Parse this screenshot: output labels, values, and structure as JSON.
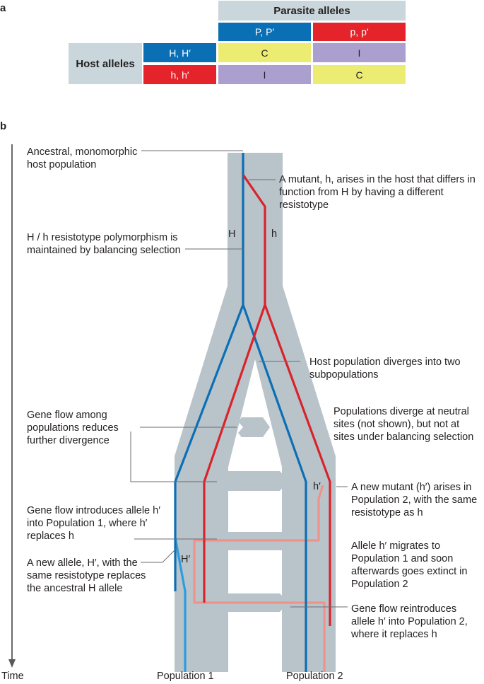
{
  "panel_a": {
    "letter": "a",
    "parasite_header": "Parasite alleles",
    "host_header": "Host alleles",
    "parasite_cols": [
      "P, P′",
      "p, p′"
    ],
    "host_rows": [
      "H, H′",
      "h, h′"
    ],
    "cells": [
      [
        "C",
        "I"
      ],
      [
        "I",
        "C"
      ]
    ],
    "colors": {
      "blue": "#0b6fb5",
      "red": "#e4232b",
      "yellow": "#ecec73",
      "purple": "#ab9fcf",
      "header_bg": "#c9d6dc"
    }
  },
  "panel_b": {
    "letter": "b",
    "time_label": "Time",
    "population_1": "Population 1",
    "population_2": "Population 2",
    "allele_labels": {
      "H": "H",
      "h": "h",
      "h_prime": "h′",
      "H_prime": "H′"
    },
    "annotations": {
      "ancestral": "Ancestral, monomorphic host population",
      "mutant_h": "A mutant, h, arises in the host that differs in function from H by having a different resistotype",
      "polymorphism": "H / h resistotype polymorphism is maintained by balancing selection",
      "diverges": "Host population diverges into two subpopulations",
      "gene_flow_reduces": "Gene flow among populations reduces further divergence",
      "neutral_sites": "Populations diverge at neutral sites (not shown), but not at sites under balancing selection",
      "new_mutant": "A new mutant (h′) arises in Population 2, with the same resistotype as h",
      "gene_flow_introduces": "Gene flow introduces allele h′ into Population 1, where h′ replaces h",
      "migrates": "Allele h′ migrates to Population 1 and soon afterwards goes extinct in Population 2",
      "new_allele": "A new allele, H′, with the same resistotype replaces the ancestral H allele",
      "reintroduces": "Gene flow reintroduces allele h′ into Population 2, where it replaces h"
    },
    "colors": {
      "trunk": "#b9c3ca",
      "H": "#0b6fb5",
      "h": "#d9232a",
      "h_prime": "#f0928a",
      "H_prime": "#2a9de0",
      "leader": "#6d6e71"
    }
  }
}
